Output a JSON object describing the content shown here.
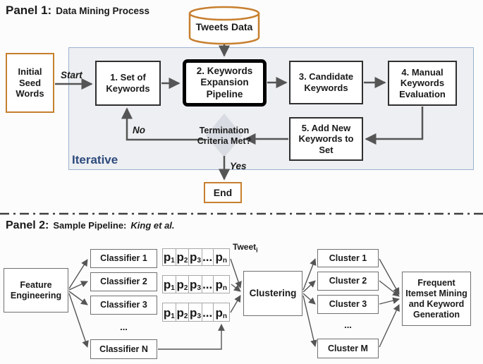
{
  "panel1": {
    "title_prefix": "Panel 1:",
    "title": "Data Mining Process",
    "database_label": "Tweets Data",
    "boxes": {
      "seed": "Initial\nSeed\nWords",
      "step1": "1. Set of\nKeywords",
      "step2": "2. Keywords\nExpansion\nPipeline",
      "step3": "3. Candidate\nKeywords",
      "step4": "4. Manual\nKeywords\nEvaluation",
      "step5": "5. Add New\nKeywords to\nSet",
      "decision": "Termination\nCriteria Met?",
      "end": "End"
    },
    "labels": {
      "start": "Start",
      "no": "No",
      "yes": "Yes",
      "iterative": "Iterative"
    }
  },
  "panel2": {
    "title_prefix": "Panel 2:",
    "title": "Sample Pipeline:",
    "title_ref": "King et al.",
    "feature": "Feature\nEngineering",
    "classifiers": [
      "Classifier 1",
      "Classifier 2",
      "Classifier 3"
    ],
    "classifier_ellipsis": "...",
    "classifier_n": "Classifier N",
    "pvector_cells": [
      {
        "base": "p",
        "sub": "1"
      },
      {
        "base": "p",
        "sub": "2"
      },
      {
        "base": "p",
        "sub": "3"
      },
      {
        "base": "...",
        "sub": ""
      },
      {
        "base": "p",
        "sub": "n"
      }
    ],
    "tweet_label": {
      "base": "Tweet",
      "sub": "i"
    },
    "clustering": "Clustering",
    "clusters": [
      "Cluster 1",
      "Cluster 2",
      "Cluster 3"
    ],
    "cluster_ellipsis": "...",
    "cluster_m": "Cluster M",
    "frequent": "Frequent\nItemset Mining\nand Keyword\nGeneration"
  },
  "colors": {
    "orange_border": "#c77f2e",
    "panel_fill": "#edeff2",
    "panel_border": "#9db3cf",
    "arrow_gray": "#555555",
    "diamond_fill": "#d8dbe1",
    "iterative_blue": "#2e4a7c"
  }
}
